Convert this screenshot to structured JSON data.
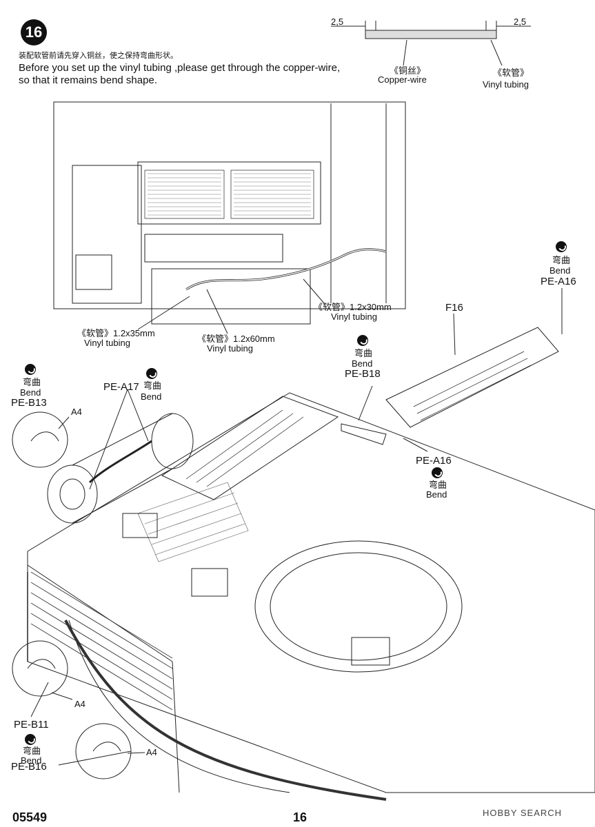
{
  "step": {
    "number": "16"
  },
  "instructions": {
    "chinese": "装配软管前请先穿入铜丝，使之保持弯曲形状。",
    "english_line1": "Before you set up the vinyl tubing ,please get through the copper-wire,",
    "english_line2": "so that it remains bend shape."
  },
  "wire_detail": {
    "dim_left": "2,5",
    "dim_right": "2,5",
    "copper_cn": "《铜丝》",
    "copper_en": "Copper-wire",
    "tubing_cn": "《软管》",
    "tubing_en": "Vinyl tubing"
  },
  "tubing_labels": {
    "t30_line1": "《软管》1.2x30mm",
    "t30_line2": "Vinyl tubing",
    "t35_line1": "《软管》1.2x35mm",
    "t35_line2": "Vinyl tubing",
    "t60_line1": "《软管》1.2x60mm",
    "t60_line2": "Vinyl tubing"
  },
  "parts": {
    "pe_a16_top": {
      "cn": "弯曲",
      "en": "Bend",
      "part": "PE-A16"
    },
    "f16": "F16",
    "pe_b18": {
      "cn": "弯曲",
      "en": "Bend",
      "part": "PE-B18"
    },
    "pe_a17": {
      "cn": "弯曲",
      "en": "Bend",
      "part": "PE-A17"
    },
    "pe_b13": {
      "cn": "弯曲",
      "en": "Bend",
      "part": "PE-B13"
    },
    "a4_top": "A4",
    "pe_a16_mid": {
      "cn": "弯曲",
      "en": "Bend",
      "part": "PE-A16"
    },
    "a4_mid": "A4",
    "pe_b11": "PE-B11",
    "pe_b16": {
      "cn": "弯曲",
      "en": "Bend",
      "part": "PE-B16"
    },
    "a4_bottom": "A4"
  },
  "footer": {
    "code": "05549",
    "page": "16",
    "watermark": "HOBBY SEARCH"
  }
}
